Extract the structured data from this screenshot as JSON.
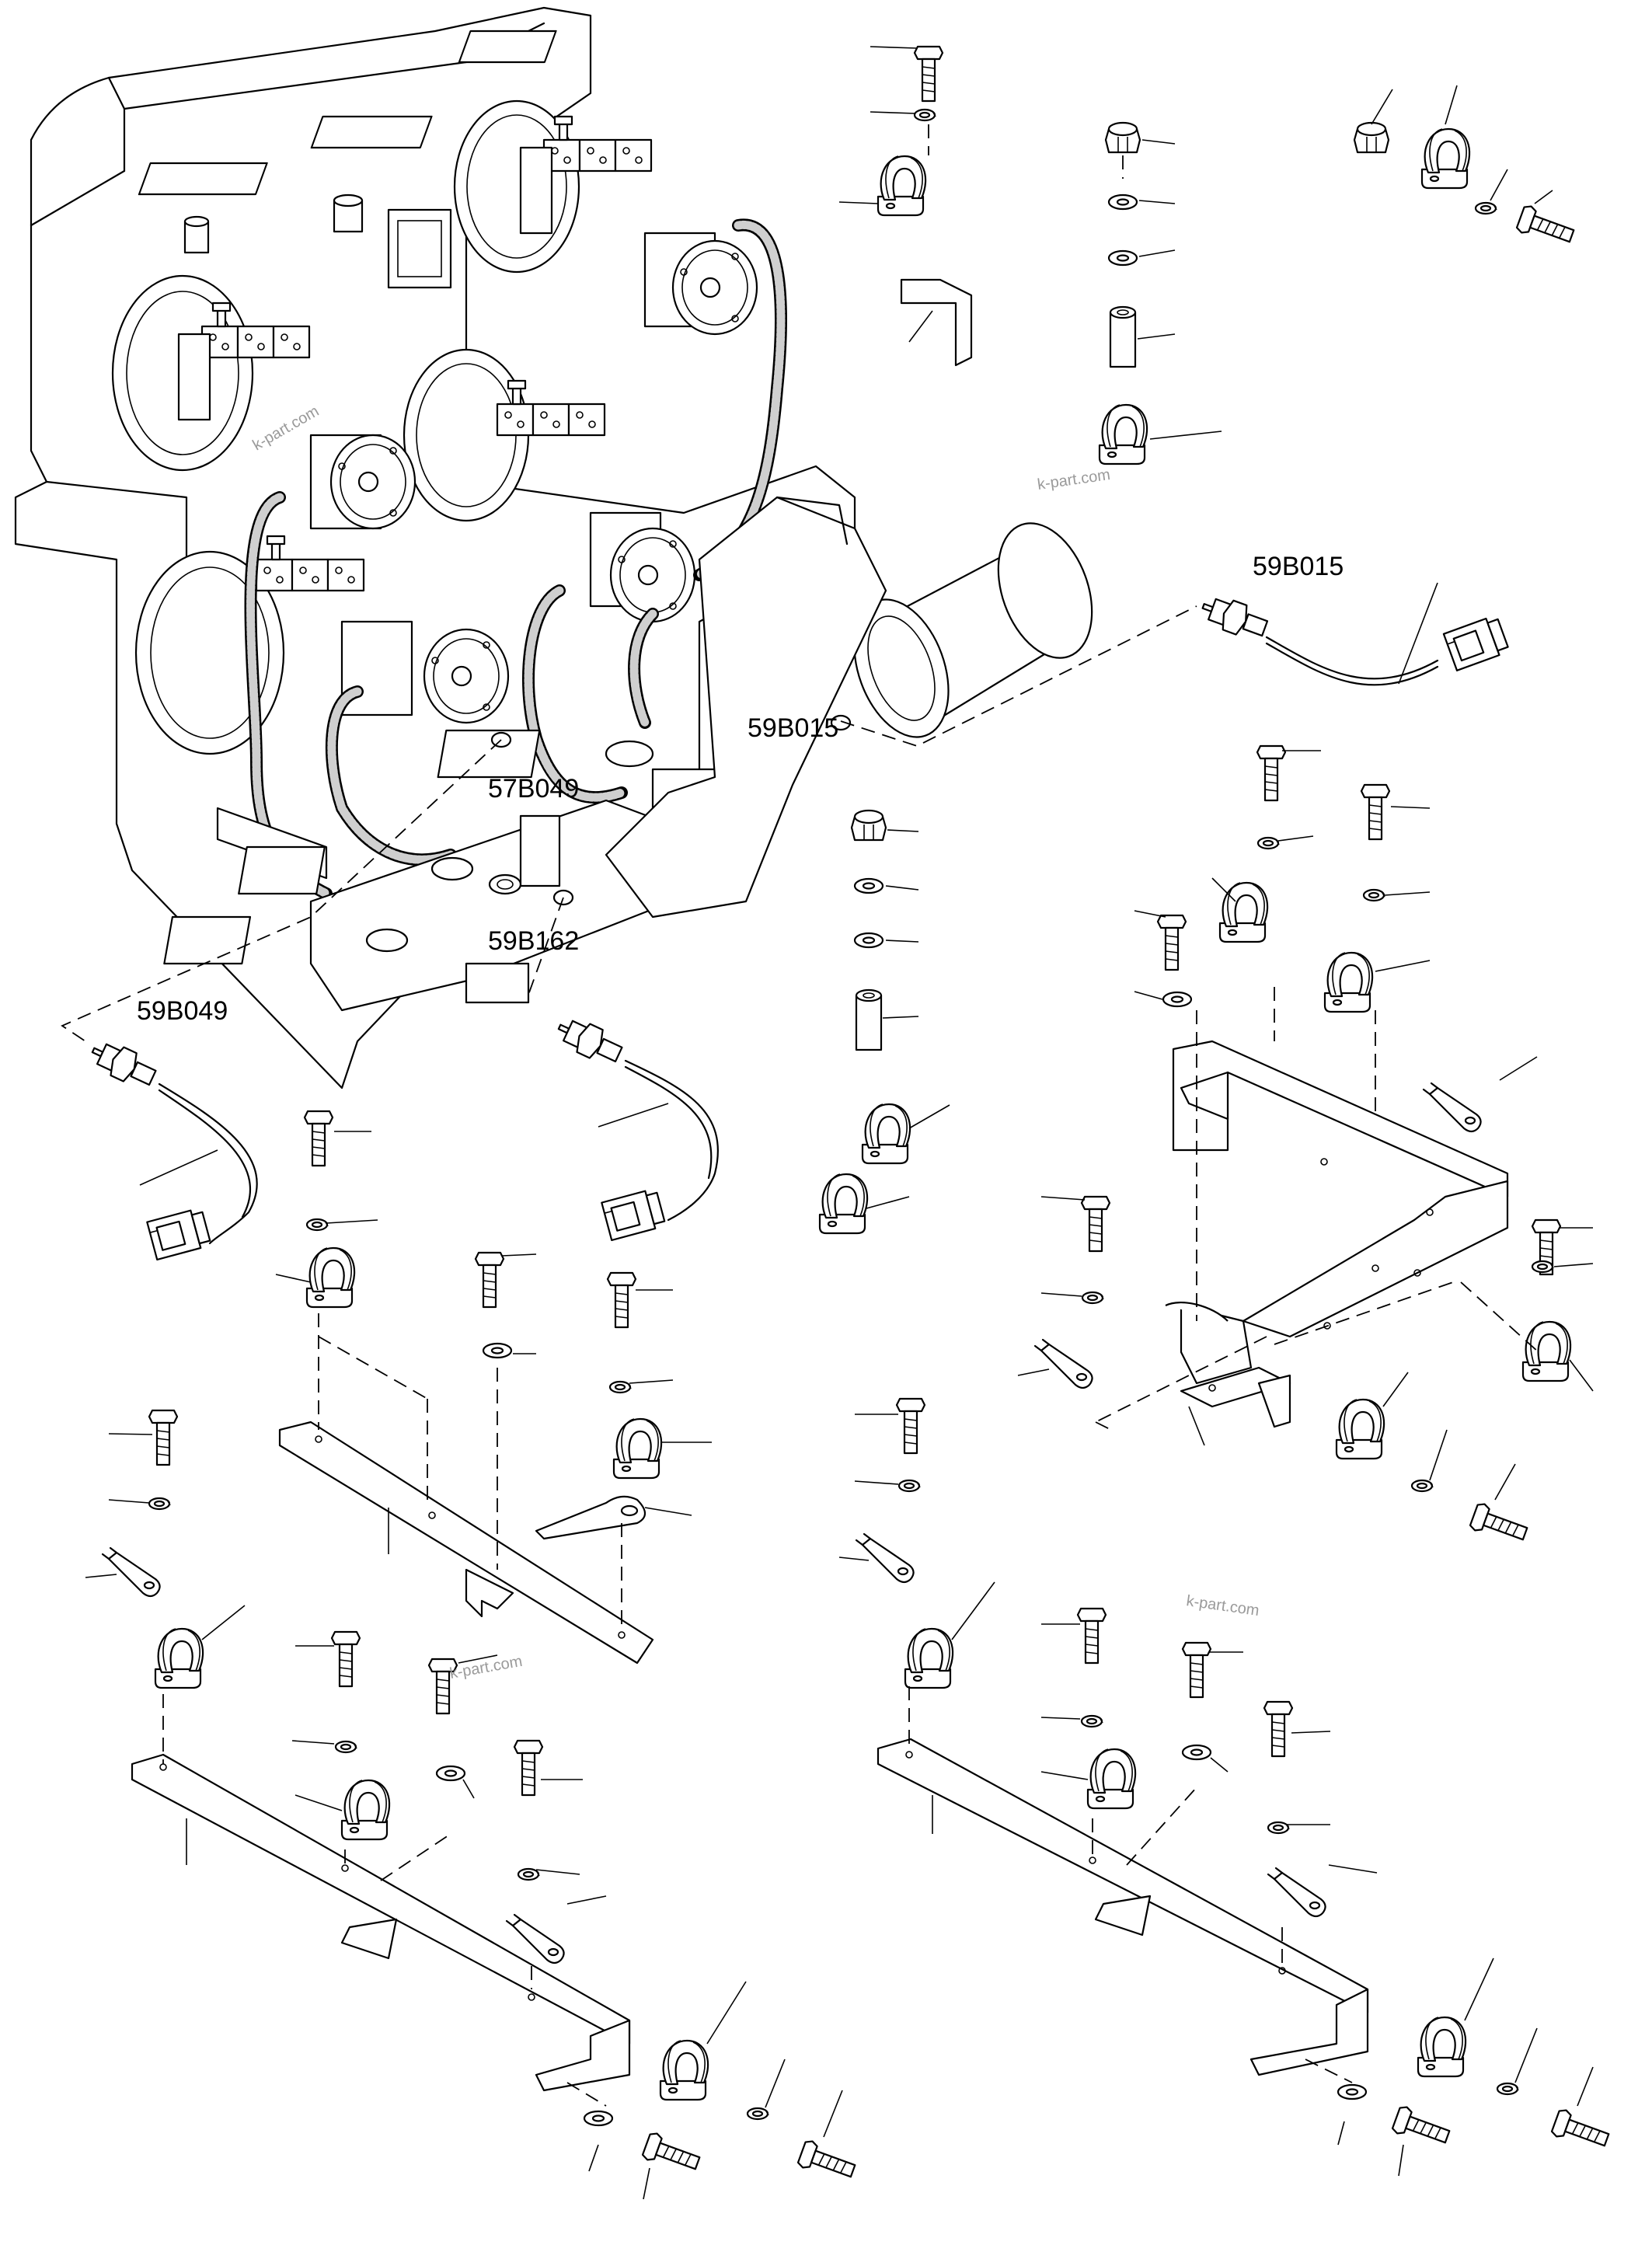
{
  "labels": {
    "sensor_59B015_top": "59B015",
    "sensor_59B015_body": "59B015",
    "sensor_57B049": "57B049",
    "sensor_59B162": "59B162",
    "sensor_59B049": "59B049"
  },
  "watermark": {
    "mark1": "k-part.com",
    "mark2": "k-part.com",
    "mark3": "k-part.com",
    "mark4": "k-part.com"
  },
  "colors": {
    "line": "#000000",
    "background": "#ffffff",
    "watermark": "#9a9a9a"
  }
}
